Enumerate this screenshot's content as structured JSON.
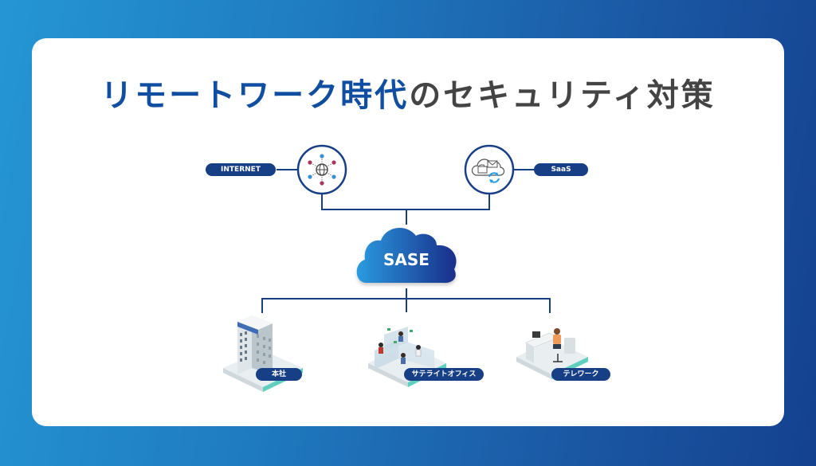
{
  "title": {
    "part1": "リモートワーク時代",
    "part2": "のセキュリティ対策"
  },
  "top_nodes": [
    {
      "label": "INTERNET",
      "icon": "globe-network-icon"
    },
    {
      "label": "SaaS",
      "icon": "cloud-sync-icon"
    }
  ],
  "hub": {
    "label": "SASE"
  },
  "bottom_nodes": [
    {
      "label": "本社",
      "icon": "office-building-icon"
    },
    {
      "label": "サテライトオフィス",
      "icon": "satellite-office-icon"
    },
    {
      "label": "テレワーク",
      "icon": "telework-desk-icon"
    }
  ],
  "colors": {
    "title_blue": "#0f4ea0",
    "title_gray": "#444444",
    "line": "#173f86",
    "pill": "#173f86",
    "cloud_start": "#2a9be0",
    "cloud_end": "#1a2e8a"
  }
}
